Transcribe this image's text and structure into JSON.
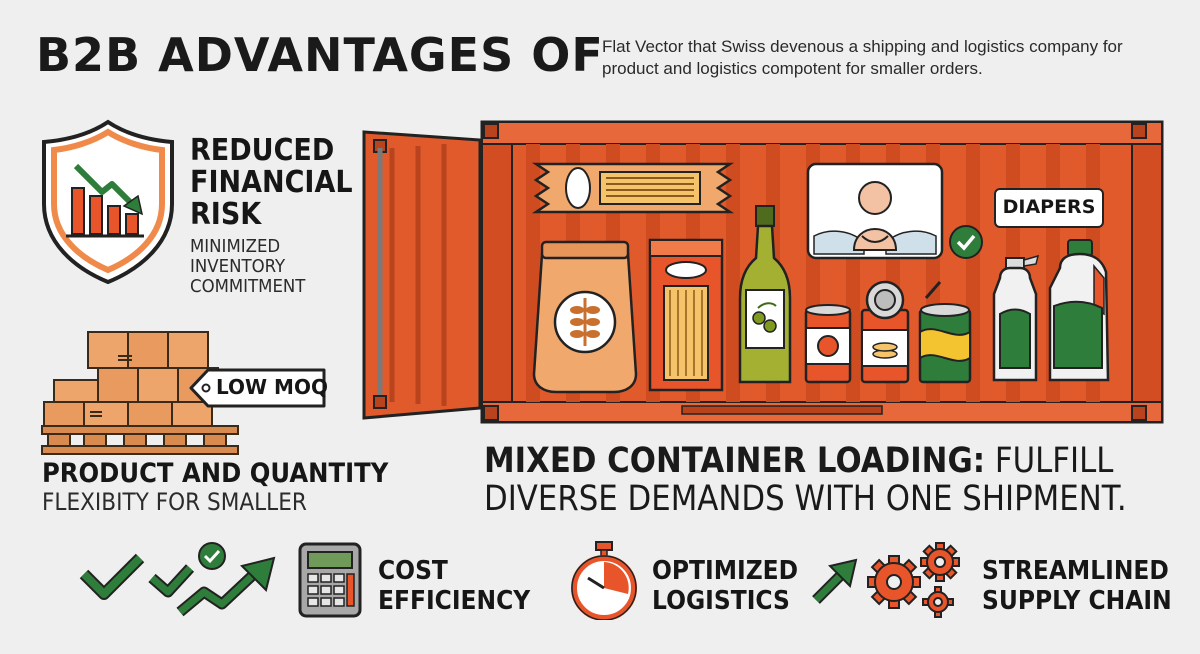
{
  "header": {
    "title": "B2B ADVANTAGES OF",
    "subtitle": "Flat Vector that Swiss devenous a shipping and logistics company for product and logistics compotent for smaller orders."
  },
  "risk": {
    "line1": "REDUCED",
    "line2": "FINANCIAL",
    "line3": "RISK",
    "detail1": "MINIMIZED",
    "detail2": "INVENTORY",
    "detail3": "COMMITMENT"
  },
  "moq": {
    "tag": "LOW MOQ",
    "heading": "PRODUCT AND QUANTITY",
    "detail": "FLEXIBITY FOR SMALLER"
  },
  "container": {
    "label_diapers": "DIAPERS",
    "caption_bold": "MIXED CONTAINER LOADING:",
    "caption_rest1": "FULFILL",
    "caption_line2": "DIVERSE DEMANDS WITH ONE SHIPMENT."
  },
  "benefits": [
    {
      "line1": "COST",
      "line2": "EFFICIENCY"
    },
    {
      "line1": "OPTIMIZED",
      "line2": "LOGISTICS"
    },
    {
      "line1": "STREAMLINED",
      "line2": "SUPPLY CHAIN"
    }
  ],
  "colors": {
    "accent": "#e8552a",
    "container": "#e05a2b",
    "green": "#2f7d3a",
    "box": "#e8a066",
    "dark": "#1a1a1a"
  },
  "icons": [
    "shield-chart-icon",
    "boxes-pallet-icon",
    "checkmark-icon",
    "trend-up-icon",
    "calculator-icon",
    "stopwatch-icon",
    "arrow-up-icon",
    "gears-icon"
  ]
}
